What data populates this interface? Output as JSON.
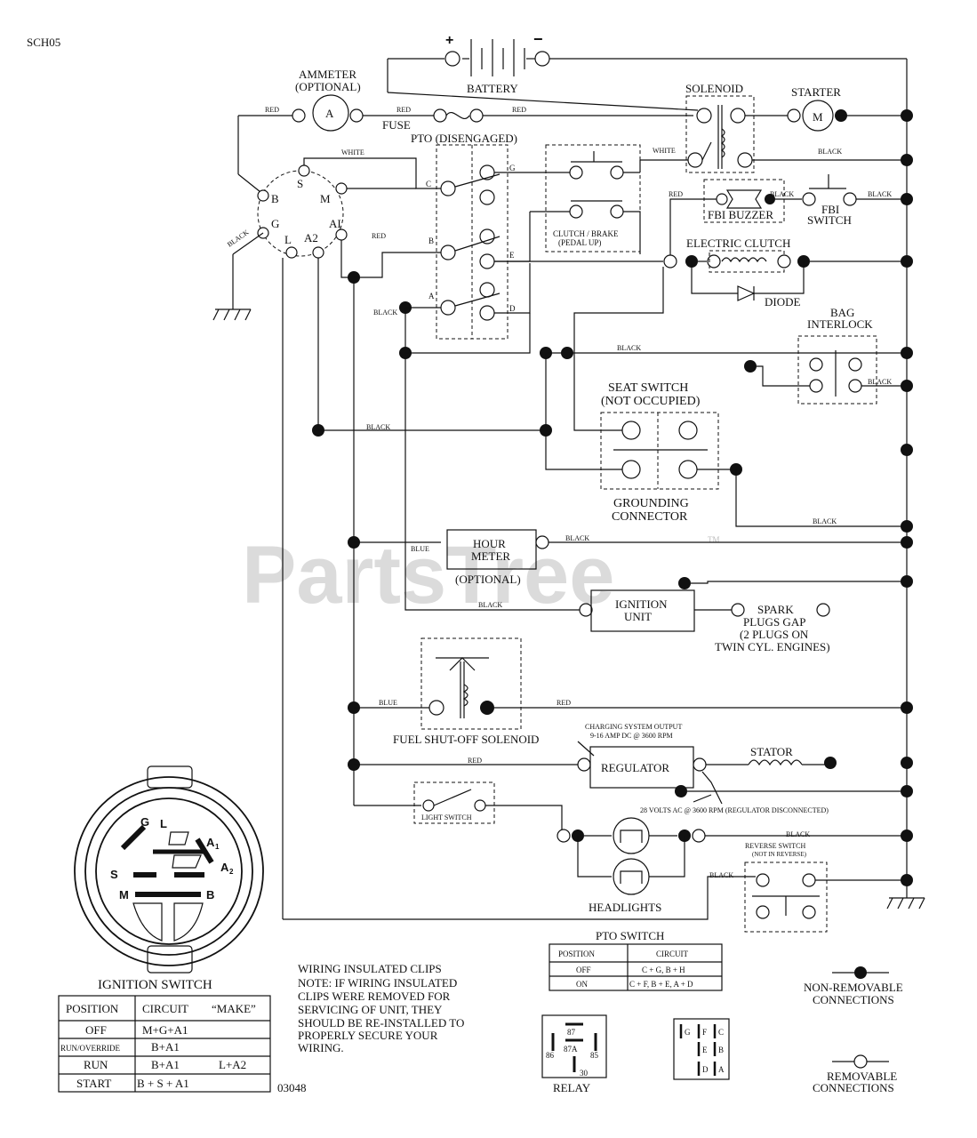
{
  "page": {
    "code": "SCH05",
    "figure_number": "03048",
    "watermark": "PartsTree",
    "watermark_tm": "TM"
  },
  "battery": {
    "label": "BATTERY",
    "plus": "+",
    "minus": "−"
  },
  "ammeter": {
    "label": "AMMETER",
    "optional": "(OPTIONAL)",
    "symbol": "A"
  },
  "fuse": {
    "label": "FUSE"
  },
  "solenoid": {
    "label": "SOLENOID"
  },
  "starter": {
    "label": "STARTER",
    "symbol": "M"
  },
  "pto": {
    "label": "PTO (DISENGAGED)",
    "terminals": [
      "C",
      "B",
      "A",
      "G",
      "E",
      "D"
    ]
  },
  "clutch_brake": {
    "line1": "CLUTCH / BRAKE",
    "line2": "(PEDAL UP)"
  },
  "fbi_buzzer": {
    "label": "FBI BUZZER"
  },
  "fbi_switch": {
    "line1": "FBI",
    "line2": "SWITCH"
  },
  "electric_clutch": {
    "label": "ELECTRIC CLUTCH"
  },
  "diode": {
    "label": "DIODE"
  },
  "bag_interlock": {
    "line1": "BAG",
    "line2": "INTERLOCK"
  },
  "seat_switch": {
    "line1": "SEAT SWITCH",
    "line2": "(NOT OCCUPIED)"
  },
  "grounding_connector": {
    "line1": "GROUNDING",
    "line2": "CONNECTOR"
  },
  "hour_meter": {
    "line1": "HOUR",
    "line2": "METER",
    "optional": "(OPTIONAL)"
  },
  "ignition_unit": {
    "line1": "IGNITION",
    "line2": "UNIT"
  },
  "spark_plugs": {
    "line1": "SPARK",
    "line2": "PLUGS GAP",
    "line3": "(2 PLUGS ON",
    "line4": "TWIN CYL. ENGINES)"
  },
  "fuel_solenoid": {
    "label": "FUEL SHUT-OFF SOLENOID"
  },
  "regulator": {
    "label": "REGULATOR",
    "output_line1": "CHARGING SYSTEM OUTPUT",
    "output_line2": "9-16 AMP DC @ 3600 RPM",
    "ac_note": "28 VOLTS AC @ 3600 RPM (REGULATOR DISCONNECTED)"
  },
  "stator": {
    "label": "STATOR"
  },
  "light_switch": {
    "label": "LIGHT SWITCH"
  },
  "headlights": {
    "label": "HEADLIGHTS"
  },
  "reverse_switch": {
    "line1": "REVERSE SWITCH",
    "line2": "(NOT IN REVERSE)"
  },
  "ignition_switch_terminals": {
    "B": "B",
    "S": "S",
    "M": "M",
    "G": "G",
    "L": "L",
    "A2": "A2",
    "A1": "AI"
  },
  "wire_colors": {
    "red": "RED",
    "white": "WHITE",
    "black": "BLACK",
    "blue": "BLUE"
  },
  "ignition_switch": {
    "title": "IGNITION SWITCH",
    "face_labels": {
      "G": "G",
      "L": "L",
      "A1": "A",
      "A1_sub": "1",
      "A2": "A",
      "A2_sub": "2",
      "S": "S",
      "M": "M",
      "B": "B"
    },
    "headers": [
      "POSITION",
      "CIRCUIT",
      "“MAKE”"
    ],
    "rows": [
      {
        "position": "OFF",
        "circuit": "M+G+A1",
        "make": ""
      },
      {
        "position": "RUN/OVERRIDE",
        "circuit": "B+A1",
        "make": ""
      },
      {
        "position": "RUN",
        "circuit": "B+A1",
        "make": "L+A2"
      },
      {
        "position": "START",
        "circuit": "B + S + A1",
        "make": ""
      }
    ]
  },
  "clips_note": {
    "lines": [
      "WIRING INSULATED CLIPS",
      "NOTE:  IF WIRING INSULATED",
      "CLIPS WERE REMOVED FOR",
      "SERVICING OF UNIT, THEY",
      "SHOULD BE RE-INSTALLED TO",
      "PROPERLY SECURE YOUR",
      "WIRING."
    ]
  },
  "pto_switch_table": {
    "title": "PTO SWITCH",
    "headers": [
      "POSITION",
      "CIRCUIT"
    ],
    "rows": [
      {
        "position": "OFF",
        "circuit": "C + G, B + H"
      },
      {
        "position": "ON",
        "circuit": "C + F, B + E, A + D"
      }
    ]
  },
  "relay": {
    "label": "RELAY",
    "pins": [
      "87",
      "87A",
      "86",
      "85",
      "30"
    ]
  },
  "connector_pins": [
    "G",
    "F",
    "C",
    "E",
    "B",
    "D",
    "A"
  ],
  "legend": {
    "non_removable_1": "NON-REMOVABLE",
    "non_removable_2": "CONNECTIONS",
    "removable_1": "REMOVABLE",
    "removable_2": "CONNECTIONS"
  }
}
